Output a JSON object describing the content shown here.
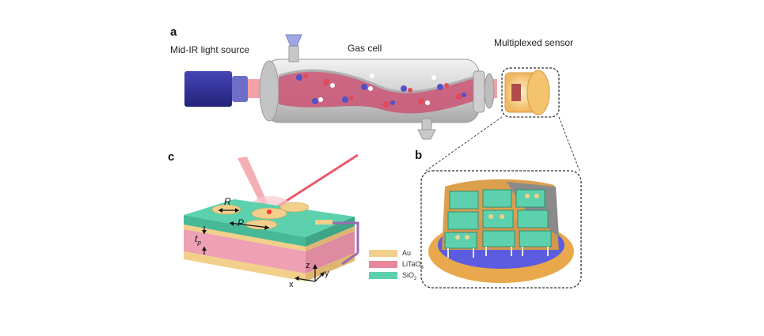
{
  "panels": {
    "a": "a",
    "b": "b",
    "c": "c"
  },
  "captions": {
    "light_source": "Mid-IR light source",
    "gas_cell": "Gas cell",
    "sensor": "Multiplexed sensor"
  },
  "legend": [
    {
      "label": "Au",
      "color": "#f2cf8a"
    },
    {
      "label": "LiTaO",
      "sub": "3",
      "color": "#e8879c"
    },
    {
      "label": "SiO",
      "sub": "2",
      "color": "#5dd1ad"
    }
  ],
  "dimensions": {
    "radius": "R",
    "period": "P",
    "thickness": "t",
    "thickness_sub": "p"
  },
  "axes": {
    "x": "x",
    "y": "y",
    "z": "z"
  },
  "colors": {
    "source": "#2f2f9a",
    "beam": "#f07a88",
    "cell": "#d6d6d6",
    "gas": "#c95a78",
    "gold": "#f2cf8a",
    "litao3": "#e8879c",
    "sio2": "#5dd1ad",
    "housing": "#e8a94a"
  }
}
